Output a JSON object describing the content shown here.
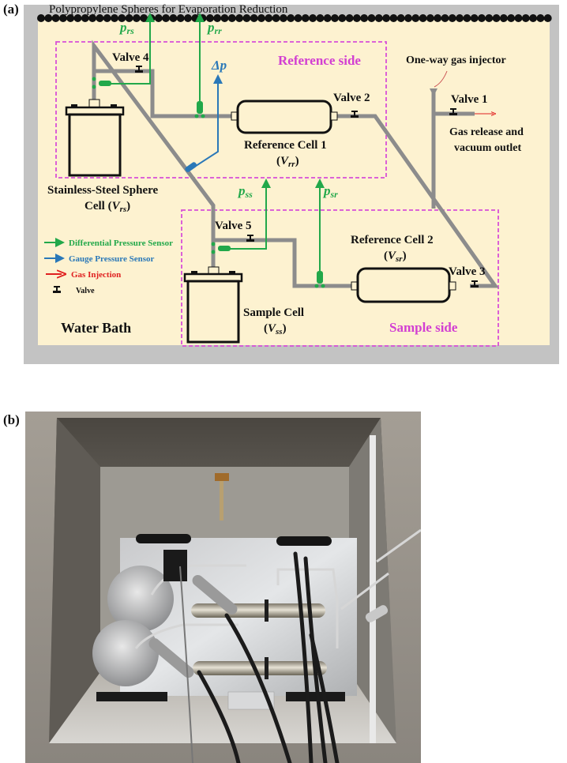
{
  "panel_a": {
    "label": "(a)",
    "top_caption": "Polypropylene Spheres for Evaporation Reduction",
    "water_bath_label": "Water Bath",
    "reference_side_label": "Reference side",
    "sample_side_label": "Sample side",
    "components": {
      "stainless_cell_line1": "Stainless-Steel Sphere",
      "stainless_cell_line2": "Cell (",
      "stainless_cell_var": "V",
      "stainless_cell_sub": "rs",
      "ref_cell1_line1": "Reference Cell 1",
      "ref_cell1_var": "V",
      "ref_cell1_sub": "rr",
      "ref_cell2_line1": "Reference Cell 2",
      "ref_cell2_var": "V",
      "ref_cell2_sub": "sr",
      "sample_cell_line1": "Sample Cell",
      "sample_cell_var": "V",
      "sample_cell_sub": "ss",
      "injector_label": "One-way gas injector",
      "outlet_line1": "Gas release and",
      "outlet_line2": "vacuum outlet"
    },
    "valves": [
      "Valve 1",
      "Valve 2",
      "Valve 3",
      "Valve 4",
      "Valve 5"
    ],
    "sensors": {
      "p_rs": {
        "var": "p",
        "sub": "rs"
      },
      "p_rr": {
        "var": "p",
        "sub": "rr"
      },
      "p_ss": {
        "var": "p",
        "sub": "ss"
      },
      "p_sr": {
        "var": "p",
        "sub": "sr"
      },
      "delta_p": "Δp"
    },
    "legend": [
      {
        "label": "Differential Pressure Sensor",
        "color": "#22a84a",
        "icon": "arrow-right-icon"
      },
      {
        "label": "Gauge Pressure Sensor",
        "color": "#2a78b8",
        "icon": "arrow-right-icon"
      },
      {
        "label": "Gas Injection",
        "color": "#e02020",
        "icon": "arrow-right-icon"
      },
      {
        "label": "Valve",
        "color": "#111111",
        "icon": "valve-icon"
      }
    ],
    "colors": {
      "bath_fill": "#fdf2d0",
      "wall": "#c3c3c3",
      "pipe": "#8c8c8c",
      "dashed_box": "#d84fd8",
      "side_label": "#d23fd2",
      "diff_sensor": "#22a84a",
      "gauge_sensor": "#2a78b8",
      "gas": "#e02020"
    }
  },
  "panel_b": {
    "label": "(b)",
    "description": "Photograph of the apparatus installed in a stainless-steel water bath"
  }
}
